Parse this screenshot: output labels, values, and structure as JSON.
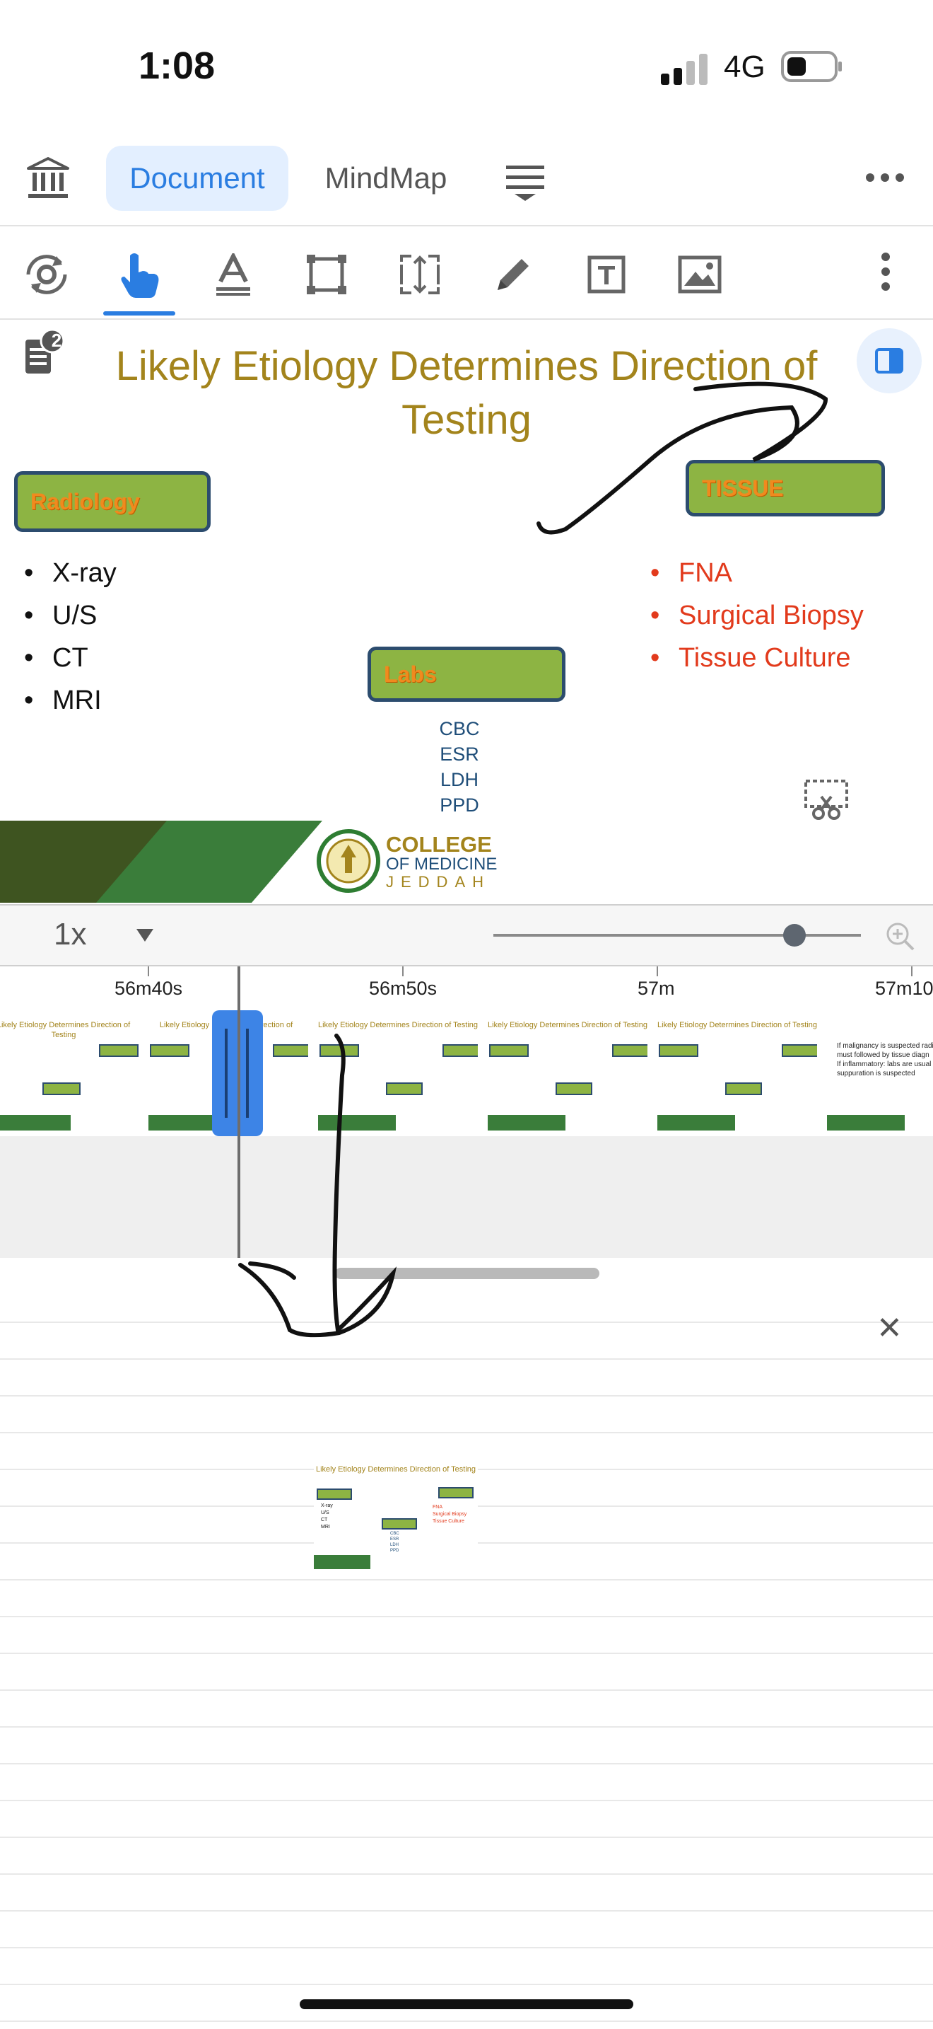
{
  "status_bar": {
    "time": "1:08",
    "network": "4G"
  },
  "tabs": {
    "document": "Document",
    "mindmap": "MindMap"
  },
  "notes_badge": "2",
  "slide": {
    "title_line1": "Likely Etiology Determines Direction of",
    "title_line2": "Testing",
    "radiology": {
      "label": "Radiology",
      "items": [
        "X-ray",
        "U/S",
        "CT",
        "MRI"
      ]
    },
    "tissue": {
      "label": "TISSUE",
      "items": [
        "FNA",
        "Surgical Biopsy",
        "Tissue Culture"
      ]
    },
    "labs": {
      "label": "Labs",
      "items": [
        "CBC",
        "ESR",
        "LDH",
        "PPD"
      ]
    },
    "college": {
      "line1": "COLLEGE",
      "line2": "OF MEDICINE",
      "line3": "JEDDAH"
    }
  },
  "player": {
    "speed": "1x",
    "ticks": [
      "56m40s",
      "56m50s",
      "57m",
      "57m10"
    ],
    "thumb_mini": {
      "title": "Likely Etiology Determines Direction of Testing",
      "left_items": [
        "X-ray",
        "U/S",
        "CT",
        "MRI"
      ],
      "right_items": [
        "FNA",
        "Surgical Biopsy",
        "Tissue Culture"
      ],
      "labs": [
        "CBC",
        "ESR",
        "LDH",
        "PPD"
      ]
    },
    "last_thumb_text": [
      "If malignancy is suspected radi",
      "must followed by tissue diagn",
      "If inflammatory: labs are usual",
      "suppuration is suspected"
    ]
  },
  "colors": {
    "accent": "#2a7de1",
    "title_gold": "#a3841c",
    "box_green": "#8db443",
    "tissue_red": "#e23a1c"
  }
}
